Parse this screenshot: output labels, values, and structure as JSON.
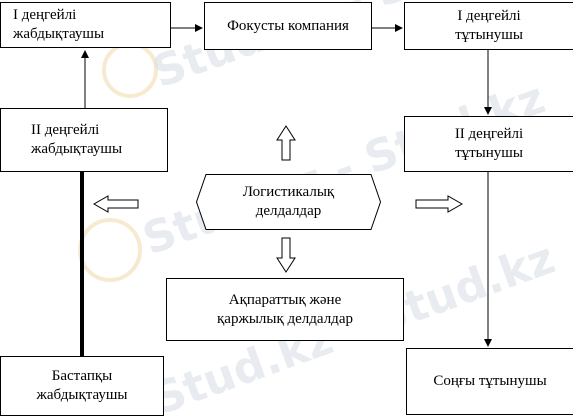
{
  "watermark": {
    "text": "Stud.kz - Stud.kz",
    "color": "#d9dfe6",
    "logo_color": "#e8c27a"
  },
  "nodes": {
    "supplier_1": {
      "label": "I деңгейлі\nжабдықтаушы"
    },
    "focal_company": {
      "label": "Фокусты компания"
    },
    "consumer_1": {
      "label": "I деңгейлі\nтұтынушы"
    },
    "supplier_2": {
      "label": "II деңгейлі\nжабдықтаушы"
    },
    "consumer_2": {
      "label": "II деңгейлі\nтұтынушы"
    },
    "logistics_intermediaries": {
      "label": "Логистикалық\nделдалдар"
    },
    "info_finance_intermediaries": {
      "label": "Ақпараттық  және\nқаржылық  делдалдар"
    },
    "initial_supplier": {
      "label": "Бастапқы\nжабдықтаушы"
    },
    "end_consumer": {
      "label": "Соңғы тұтынушы"
    }
  },
  "edges": [
    {
      "from": "initial_supplier",
      "to": "supplier_2",
      "style": "thick-line"
    },
    {
      "from": "supplier_2",
      "to": "supplier_1",
      "style": "arrow"
    },
    {
      "from": "supplier_1",
      "to": "focal_company",
      "style": "arrow"
    },
    {
      "from": "focal_company",
      "to": "consumer_1",
      "style": "arrow"
    },
    {
      "from": "consumer_1",
      "to": "consumer_2",
      "style": "arrow"
    },
    {
      "from": "consumer_2",
      "to": "end_consumer",
      "style": "arrow"
    },
    {
      "from": "logistics_intermediaries",
      "to": "focal_company",
      "style": "hollow-arrow"
    },
    {
      "from": "logistics_intermediaries",
      "to": "supplier_2",
      "style": "hollow-arrow"
    },
    {
      "from": "logistics_intermediaries",
      "to": "consumer_2",
      "style": "hollow-arrow"
    },
    {
      "from": "logistics_intermediaries",
      "to": "info_finance_intermediaries",
      "style": "hollow-arrow"
    }
  ]
}
